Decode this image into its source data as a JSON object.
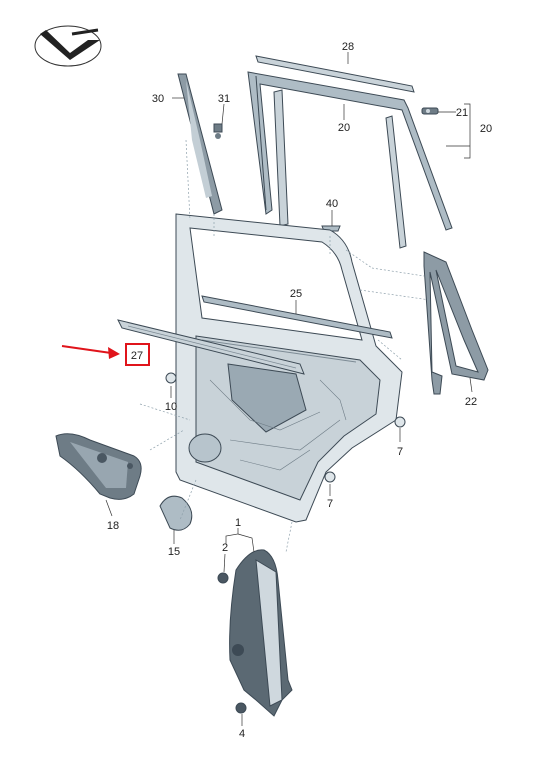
{
  "diagram": {
    "part_numbers": {
      "p1": "1",
      "p2": "2",
      "p4": "4",
      "p7a": "7",
      "p7b": "7",
      "p10": "10",
      "p15": "15",
      "p18": "18",
      "p20a": "20",
      "p20b": "20",
      "p21": "21",
      "p22": "22",
      "p25": "25",
      "p27": "27",
      "p28": "28",
      "p30": "30",
      "p31": "31",
      "p40": "40"
    },
    "highlight": {
      "part": "27",
      "color": "#e0141b"
    },
    "colors": {
      "panel": "#d9e1e6",
      "panel_dark": "#b7c4cc",
      "seal": "#9aa9b3",
      "dark_part": "#6e7c86",
      "outline": "#3d4a55"
    }
  }
}
